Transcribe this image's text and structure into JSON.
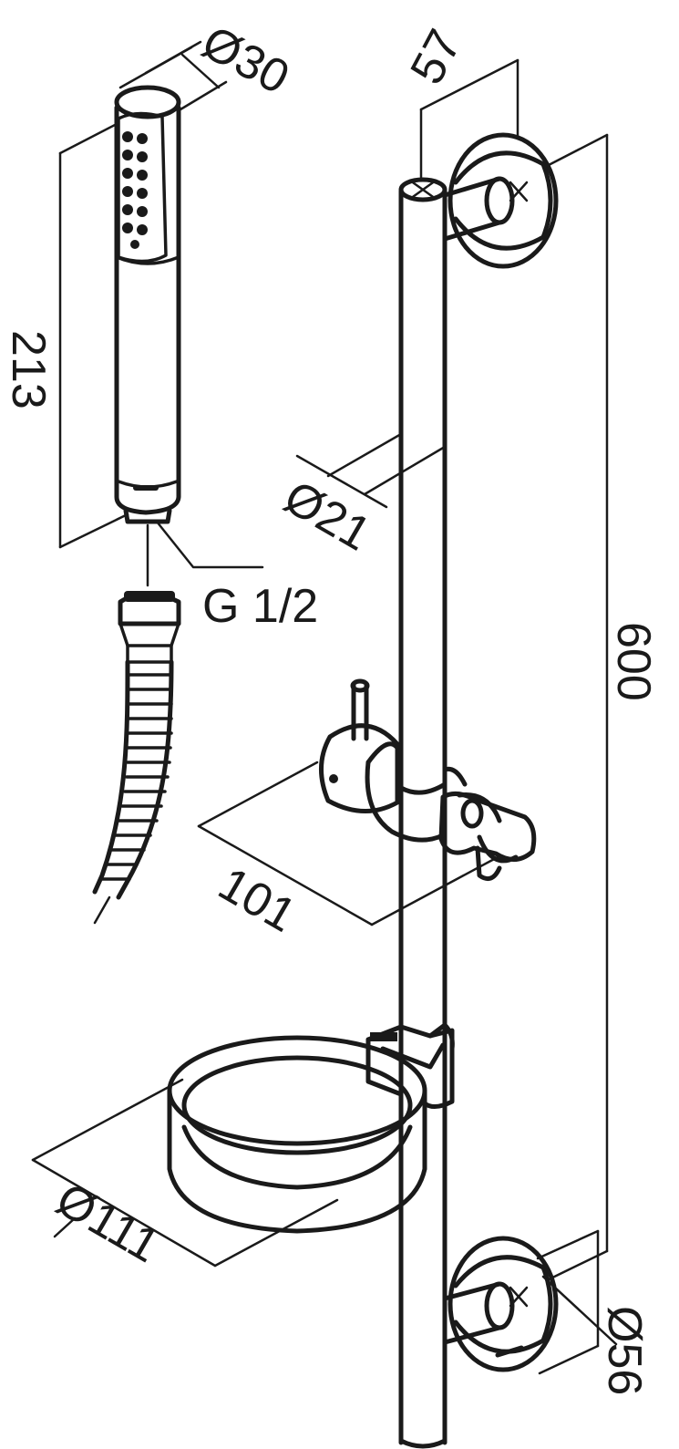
{
  "dimensions": {
    "hand_shower_diameter": "Ø30",
    "hand_shower_length": "213",
    "thread": "G 1/2",
    "rail_bracket_depth": "57",
    "rail_diameter": "Ø21",
    "rail_length": "600",
    "slider_depth": "101",
    "soap_dish_diameter": "Ø111",
    "wall_flange_diameter": "Ø56"
  },
  "colors": {
    "line": "#1a1a1a",
    "background": "#ffffff"
  }
}
